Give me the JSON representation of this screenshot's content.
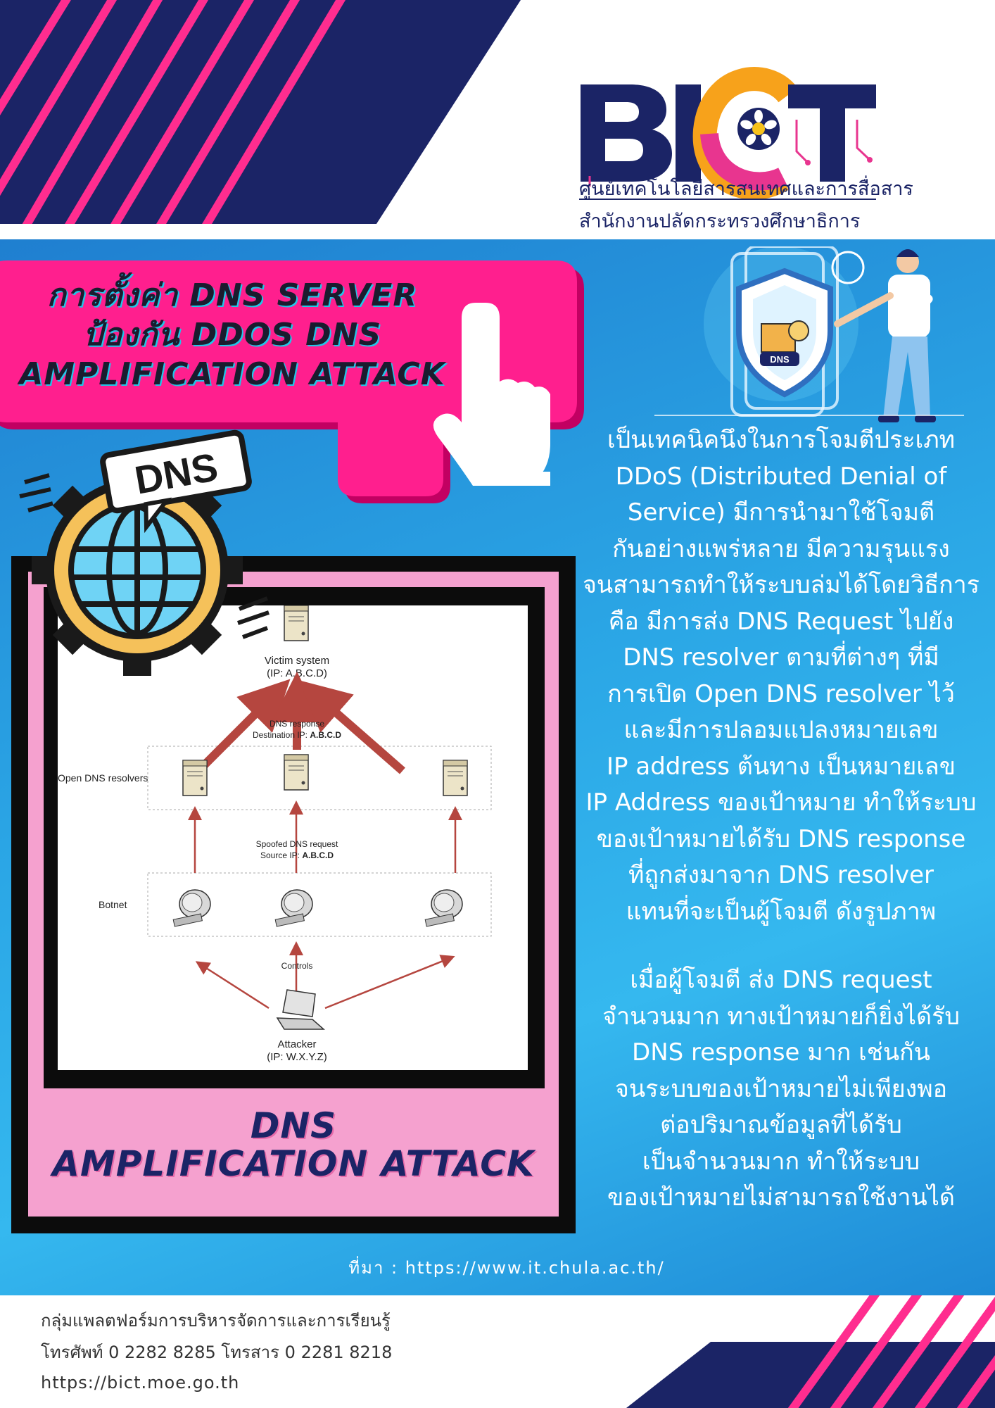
{
  "header": {
    "logo_text": "BICT",
    "org_line1": "ศูนย์เทคโนโลยีสารสนเทศและการสื่อสาร",
    "org_line2": "สำนักงานปลัดกระทรวงศึกษาธิการ"
  },
  "title": {
    "line1": "การตั้งค่า DNS SERVER",
    "line2": "ป้องกัน DDOS DNS",
    "line3": "AMPLIFICATION ATTACK"
  },
  "globe_badge": "DNS",
  "shield_badge": "DNS",
  "description": {
    "para1": [
      "เป็นเทคนิคนึงในการโจมตีประเภท",
      "DDoS (Distributed Denial of",
      "Service) มีการนำมาใช้โจมตี",
      "กันอย่างแพร่หลาย มีความรุนแรง",
      "จนสามารถทำให้ระบบล่มได้โดยวิธีการ",
      "คือ มีการส่ง DNS Request ไปยัง",
      "DNS resolver ตามที่ต่างๆ ที่มี",
      "การเปิด Open DNS resolver ไว้",
      "และมีการปลอมแปลงหมายเลข",
      "IP address ต้นทาง เป็นหมายเลข",
      "IP Address ของเป้าหมาย ทำให้ระบบ",
      "ของเป้าหมายได้รับ DNS response",
      "ที่ถูกส่งมาจาก DNS resolver",
      "แทนที่จะเป็นผู้โจมตี ดังรูปภาพ"
    ],
    "para2": [
      "เมื่อผู้โจมตี ส่ง DNS request",
      "จำนวนมาก ทางเป้าหมายก็ยิ่งได้รับ",
      "DNS response มาก เช่นกัน",
      "จนระบบของเป้าหมายไม่เพียงพอ",
      "ต่อปริมาณข้อมูลที่ได้รับ",
      "เป็นจำนวนมาก ทำให้ระบบ",
      "ของเป้าหมายไม่สามารถใช้งานได้"
    ]
  },
  "diagram": {
    "victim_label": "Victim system",
    "victim_ip": "(IP: A.B.C.D)",
    "response_label": "DNS response",
    "response_dest": "Destination IP:",
    "response_dest_value": "A.B.C.D",
    "resolvers_label": "Open DNS resolvers",
    "spoofed_label": "Spoofed DNS request",
    "spoofed_src": "Source IP:",
    "spoofed_src_value": "A.B.C.D",
    "botnet_label": "Botnet",
    "controls_label": "Controls",
    "attacker_label": "Attacker",
    "attacker_ip": "(IP: W.X.Y.Z)"
  },
  "caption": {
    "line1": "DNS",
    "line2": "AMPLIFICATION ATTACK"
  },
  "source": "ที่มา : https://www.it.chula.ac.th/",
  "footer": {
    "line1": "กลุ่มแพลตฟอร์มการบริหารจัดการและการเรียนรู้",
    "line2": "โทรศัพท์ 0 2282 8285 โทรสาร 0 2281 8218",
    "line3": "https://bict.moe.go.th"
  },
  "colors": {
    "navy": "#1b2466",
    "pink": "#ff1f8e",
    "magenta": "#e83a8f",
    "sky": "#2ba7e6",
    "arrow_red": "#b5463f"
  }
}
